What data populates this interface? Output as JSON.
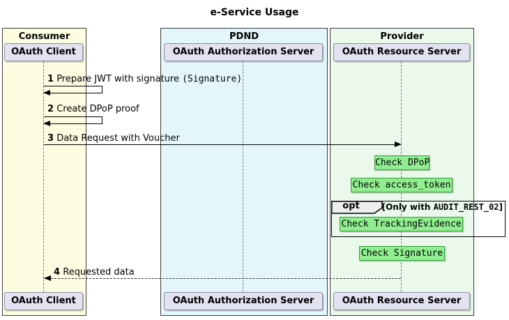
{
  "diagram": {
    "title": "e-Service Usage",
    "groups": {
      "consumer": "Consumer",
      "pdnd": "PDND",
      "provider": "Provider"
    },
    "participants": {
      "client": "OAuth Client",
      "auth_server": "OAuth Authorization Server",
      "resource_server": "OAuth Resource Server"
    },
    "messages": {
      "m1": {
        "num": "1",
        "text": "Prepare JWT with signature ",
        "mono": "(Signature)"
      },
      "m2": {
        "num": "2",
        "text": "Create DPoP proof"
      },
      "m3": {
        "num": "3",
        "text": "Data Request with Voucher"
      },
      "m4": {
        "num": "4",
        "text": "Requested data"
      }
    },
    "notes": {
      "dpop": "Check DPoP",
      "access_token": "Check access_token",
      "tracking": "Check TrackingEvidence",
      "signature": "Check Signature"
    },
    "opt": {
      "label": "opt",
      "guard_prefix": "[Only with ",
      "guard_mono": "AUDIT_REST_02",
      "guard_suffix": "]"
    },
    "colors": {
      "consumer_bg": "#FDFDE2",
      "pdnd_bg": "#E3F7FB",
      "provider_bg": "#EBF9EC",
      "participant_bg": "#E2E2F0",
      "participant_border": "#8888A0",
      "note_bg": "#90EE90",
      "note_border": "#2E9E2E",
      "frame_label_bg": "#EEEEEE"
    }
  }
}
